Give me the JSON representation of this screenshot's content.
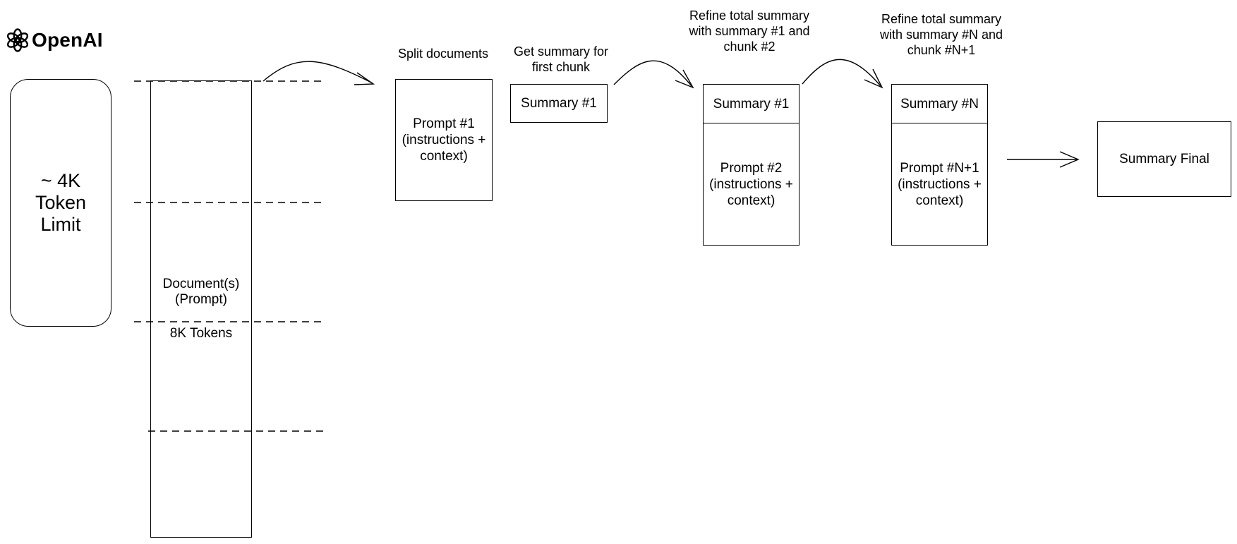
{
  "brand": {
    "name": "OpenAI"
  },
  "token_limit": {
    "text": "~ 4K\nToken\nLimit"
  },
  "document": {
    "label": "Document(s)\n(Prompt)",
    "tokens_label": "8K Tokens"
  },
  "steps": {
    "split_label": "Split documents",
    "first_summary_label": "Get summary for\nfirst chunk",
    "refine_1_label": "Refine total summary\nwith summary #1 and\nchunk #2",
    "refine_n_label": "Refine total summary\nwith summary #N and\nchunk #N+1"
  },
  "boxes": {
    "prompt_1": "Prompt #1\n(instructions +\ncontext)",
    "summary_1": "Summary #1",
    "summary_1_stack": "Summary #1",
    "prompt_2": "Prompt #2\n(instructions +\ncontext)",
    "summary_n": "Summary #N",
    "prompt_n1": "Prompt #N+1\n(instructions +\ncontext)",
    "summary_final": "Summary Final"
  }
}
